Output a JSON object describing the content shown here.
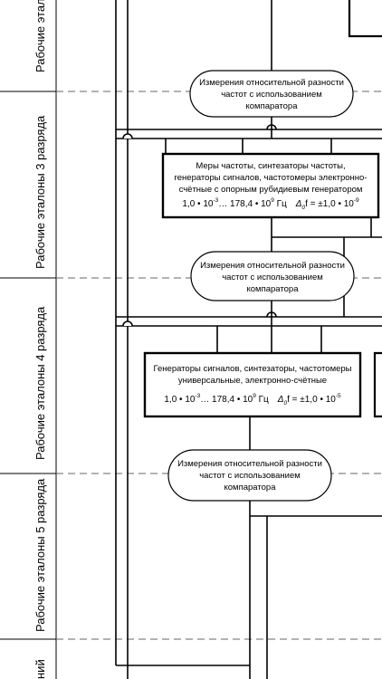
{
  "rows": [
    {
      "id": "row-top",
      "label": "Рабочие эталоны"
    },
    {
      "id": "row-3",
      "label": "Рабочие эталоны 3 разряда"
    },
    {
      "id": "row-4",
      "label": "Рабочие эталоны 4 разряда"
    },
    {
      "id": "row-5",
      "label": "Рабочие эталоны 5 разряда"
    },
    {
      "id": "row-bottom",
      "label": "ний"
    }
  ],
  "ovals": [
    {
      "lines": [
        "Измерения относительной разности",
        "частот с использованием",
        "компаратора"
      ]
    },
    {
      "lines": [
        "Измерения относительной разности",
        "частот с использованием",
        "компаратора"
      ]
    },
    {
      "lines": [
        "Измерения относительной разности",
        "частот с использованием",
        "компаратора"
      ]
    }
  ],
  "boxes": [
    {
      "lines": [
        "Меры частоты, синтезаторы частоты,",
        "генераторы сигналов, частотомеры электронно-",
        "счётные с опорным рубидиевым генератором"
      ],
      "formula": {
        "range_a": "1,0 • 10",
        "exp_a": "-3",
        "range_mid": "… 178,4 • 10",
        "exp_b": "9",
        "unit": " Гц",
        "delta": "Δ",
        "delta_sub": "0",
        "delta_rest": "f = ±1,0 • 10",
        "exp_c": "-9"
      }
    },
    {
      "lines": [
        "Генераторы сигналов, синтезаторы, частотомеры",
        "универсальные, электронно-счётные"
      ],
      "formula": {
        "range_a": "1,0 • 10",
        "exp_a": "-3",
        "range_mid": "… 178,4 • 10",
        "exp_b": "9",
        "unit": " Гц",
        "delta": "Δ",
        "delta_sub": "0",
        "delta_rest": "f = ±1,0 • 10",
        "exp_c": "-5"
      }
    }
  ]
}
